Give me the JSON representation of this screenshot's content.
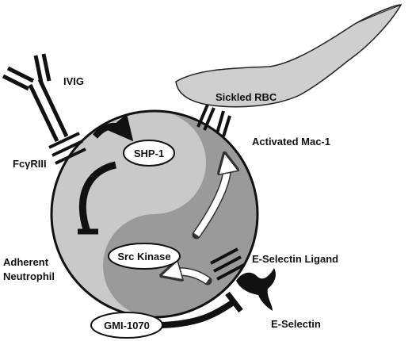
{
  "labels": {
    "ivig": "IVIG",
    "fcgriii": "FcγRIII",
    "sickled_rbc": "Sickled RBC",
    "activated_mac1": "Activated Mac-1",
    "shp1": "SHP-1",
    "src_kinase": "Src Kinase",
    "e_selectin_ligand": "E-Selectin Ligand",
    "adherent_neutrophil_line1": "Adherent",
    "adherent_neutrophil_line2": "Neutrophil",
    "gmi1070": "GMI-1070",
    "e_selectin": "E-Selectin"
  },
  "colors": {
    "light_gray": "#c9c9c9",
    "dark_gray": "#9a9a9a",
    "rbc_fill": "#cfcfcf",
    "black": "#111111",
    "white": "#ffffff"
  }
}
